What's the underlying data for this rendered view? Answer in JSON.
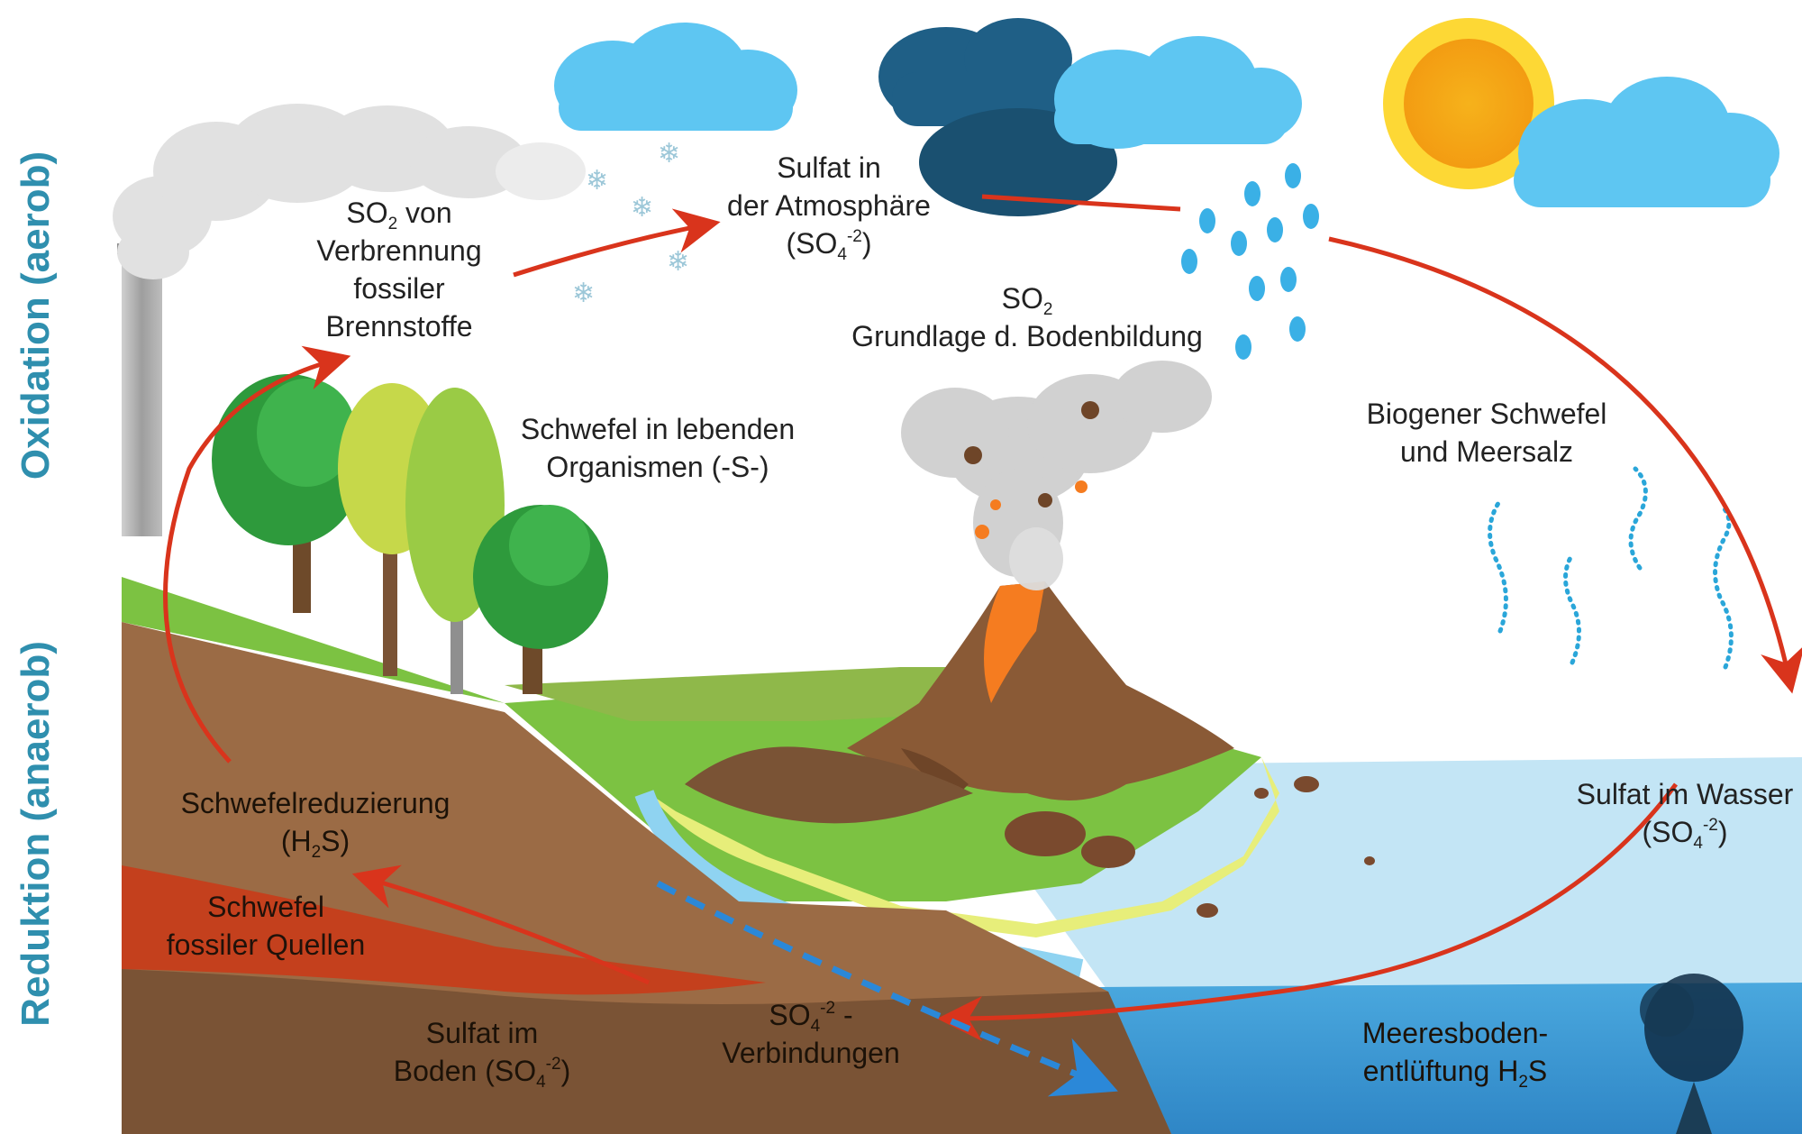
{
  "axis_labels": {
    "top": "Oxidation (aerob)",
    "bottom": "Reduktion (anaerob)"
  },
  "labels": {
    "so2_fossil": {
      "line1_pre": "SO",
      "line1_sub": "2",
      "line1_post": " von",
      "line2": "Verbrennung",
      "line3": "fossiler",
      "line4": "Brennstoffe"
    },
    "sulfat_atmosphaere": {
      "line1": "Sulfat in",
      "line2": "der Atmosphäre",
      "line3_pre": "(SO",
      "line3_sub": "4",
      "line3_sup": "-2",
      "line3_post": ")"
    },
    "so2_bodenbildung": {
      "line1_pre": "SO",
      "line1_sub": "2",
      "line2": "Grundlage d. Bodenbildung"
    },
    "lebende_organismen": {
      "line1": "Schwefel in lebenden",
      "line2": "Organismen (-S-)"
    },
    "biogener_schwefel": {
      "line1": "Biogener Schwefel",
      "line2": "und Meersalz"
    },
    "sulfat_wasser": {
      "line1": "Sulfat im Wasser",
      "line2_pre": "(SO",
      "line2_sub": "4",
      "line2_sup": "-2",
      "line2_post": ")"
    },
    "schwefelreduzierung": {
      "line1": "Schwefelreduzierung",
      "line2_pre": "(H",
      "line2_sub": "2",
      "line2_post": "S)"
    },
    "fossile_quellen": {
      "line1": "Schwefel",
      "line2": "fossiler Quellen"
    },
    "sulfat_boden": {
      "line1": "Sulfat im",
      "line2_pre": "Boden (SO",
      "line2_sub": "4",
      "line2_sup": "-2",
      "line2_post": ")"
    },
    "so4_verbindungen": {
      "line1_pre": "SO",
      "line1_sub": "4",
      "line1_sup": "-2",
      "line1_post": " -",
      "line2": "Verbindungen"
    },
    "meeresboden": {
      "line1": "Meeresboden-",
      "line2_pre": "entlüftung H",
      "line2_sub": "2",
      "line2_post": "S"
    }
  },
  "colors": {
    "axis_label": "#2f8fae",
    "arrow": "#d9341c",
    "sky": "#ffffff",
    "grass": "#7cc242",
    "soil": "#9b6b45",
    "fossil_layer": "#c4401d",
    "deep_soil": "#7a5335",
    "water_light": "#bfe3f4",
    "water_deep": "#3a9bd6",
    "cloud_light": "#5ec6f2",
    "cloud_dark": "#1f5f86",
    "sun": "#fbc02d",
    "volcano": "#8a5a36",
    "lava": "#f57c20"
  }
}
